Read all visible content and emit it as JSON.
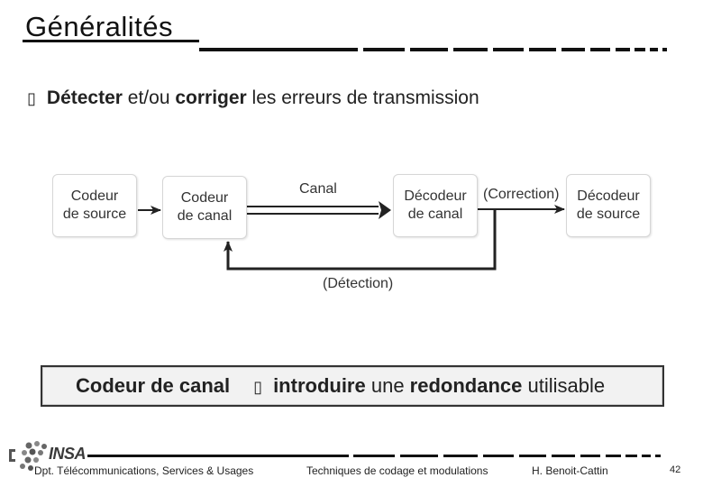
{
  "title": "Généralités",
  "bullet": {
    "glyph": "▯",
    "parts": [
      "Détecter",
      " et/ou ",
      "corriger",
      " les erreurs de transmission"
    ]
  },
  "diagram": {
    "source_encoder": "Codeur\nde source",
    "channel_encoder": "Codeur\nde canal",
    "channel_decoder": "Décodeur\nde canal",
    "source_decoder": "Décodeur\nde source",
    "channel_label": "Canal",
    "correction_label": "(Correction)",
    "detection_label": "(Détection)"
  },
  "highlight": {
    "term": "Codeur de canal",
    "glyph": "▯",
    "parts": [
      "introduire",
      " une ",
      "redondance",
      " utilisable"
    ]
  },
  "footer": {
    "logo": "INSA",
    "department": "Dpt. Télécommunications, Services & Usages",
    "course": "Techniques de codage et modulations",
    "author": "H. Benoit-Cattin",
    "page": "42"
  }
}
